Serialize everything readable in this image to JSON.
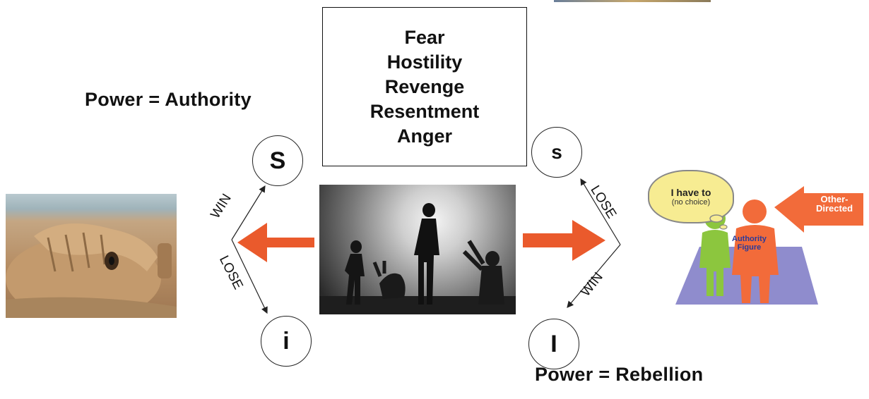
{
  "emotions": [
    "Fear",
    "Hostility",
    "Revenge",
    "Resentment",
    "Anger"
  ],
  "power_authority": "Power = Authority",
  "power_rebellion": "Power = Rebellion",
  "nodes": {
    "top_left": "S",
    "bottom_left": "i",
    "top_right": "s",
    "bottom_right": "I"
  },
  "left_edges": {
    "upper": "WIN",
    "lower": "LOSE"
  },
  "right_edges": {
    "upper": "LOSE",
    "lower": "WIN"
  },
  "figure": {
    "thought_line1": "I have to",
    "thought_line2": "(no choice)",
    "authority_line1": "Authority",
    "authority_line2": "Figure",
    "other_line1": "Other-",
    "other_line2": "Directed"
  },
  "colors": {
    "arrow": "#ea5a2c",
    "orange_figure": "#f26b3a",
    "green_figure": "#8cc63e",
    "platform": "#8f8ccd",
    "thought": "#f7ec92"
  }
}
